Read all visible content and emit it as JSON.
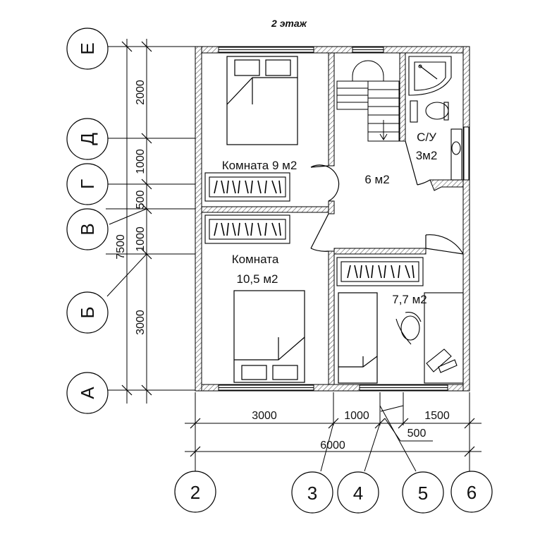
{
  "title": "2 этаж",
  "axes_rows": [
    "Е",
    "Д",
    "Г",
    "В",
    "Б",
    "А"
  ],
  "axes_cols": [
    "2",
    "3",
    "4",
    "5",
    "6"
  ],
  "dims_left": [
    "2000",
    "1000",
    "500",
    "1000",
    "3000"
  ],
  "dim_total_left": "7500",
  "dims_bottom": [
    "3000",
    "1000",
    "1500",
    "500"
  ],
  "dim_total_bottom": "6000",
  "rooms": {
    "room1_line1": "Комната 9 м2",
    "hall": "6 м2",
    "bath_line1": "С/У",
    "bath_line2": "3м2",
    "room2_line1": "Комната",
    "room2_line2": "10,5 м2",
    "room3": "7,7 м2"
  }
}
